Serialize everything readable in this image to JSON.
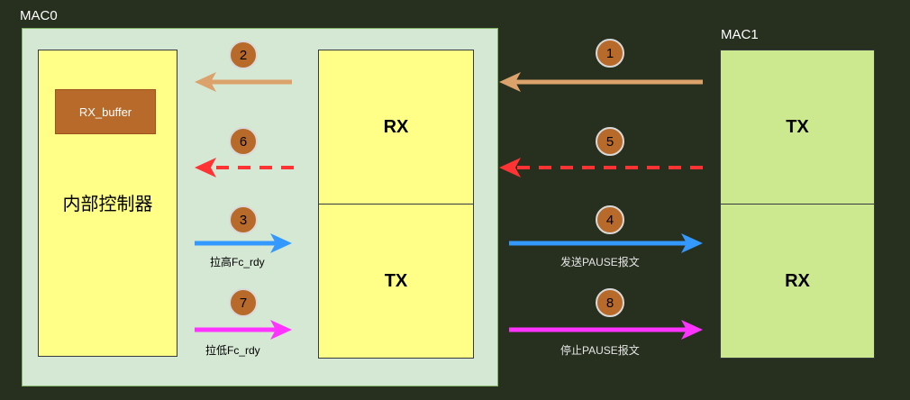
{
  "mac0": {
    "label": "MAC0",
    "controller_label": "内部控制器",
    "rx_buffer_label": "RX_buffer",
    "top_label": "RX",
    "bottom_label": "TX"
  },
  "mac1": {
    "label": "MAC1",
    "top_label": "TX",
    "bottom_label": "RX"
  },
  "steps": [
    "1",
    "2",
    "3",
    "4",
    "5",
    "6",
    "7",
    "8"
  ],
  "captions": {
    "step3": "拉高Fc_rdy",
    "step4": "发送PAUSE报文",
    "step7": "拉低Fc_rdy",
    "step8": "停止PAUSE报文"
  },
  "colors": {
    "orange_arrow": "#dba26b",
    "red_dashed": "#ff3333",
    "blue_arrow": "#3399ff",
    "magenta_arrow": "#ff33ff",
    "circle_fill": "#b76a29"
  }
}
